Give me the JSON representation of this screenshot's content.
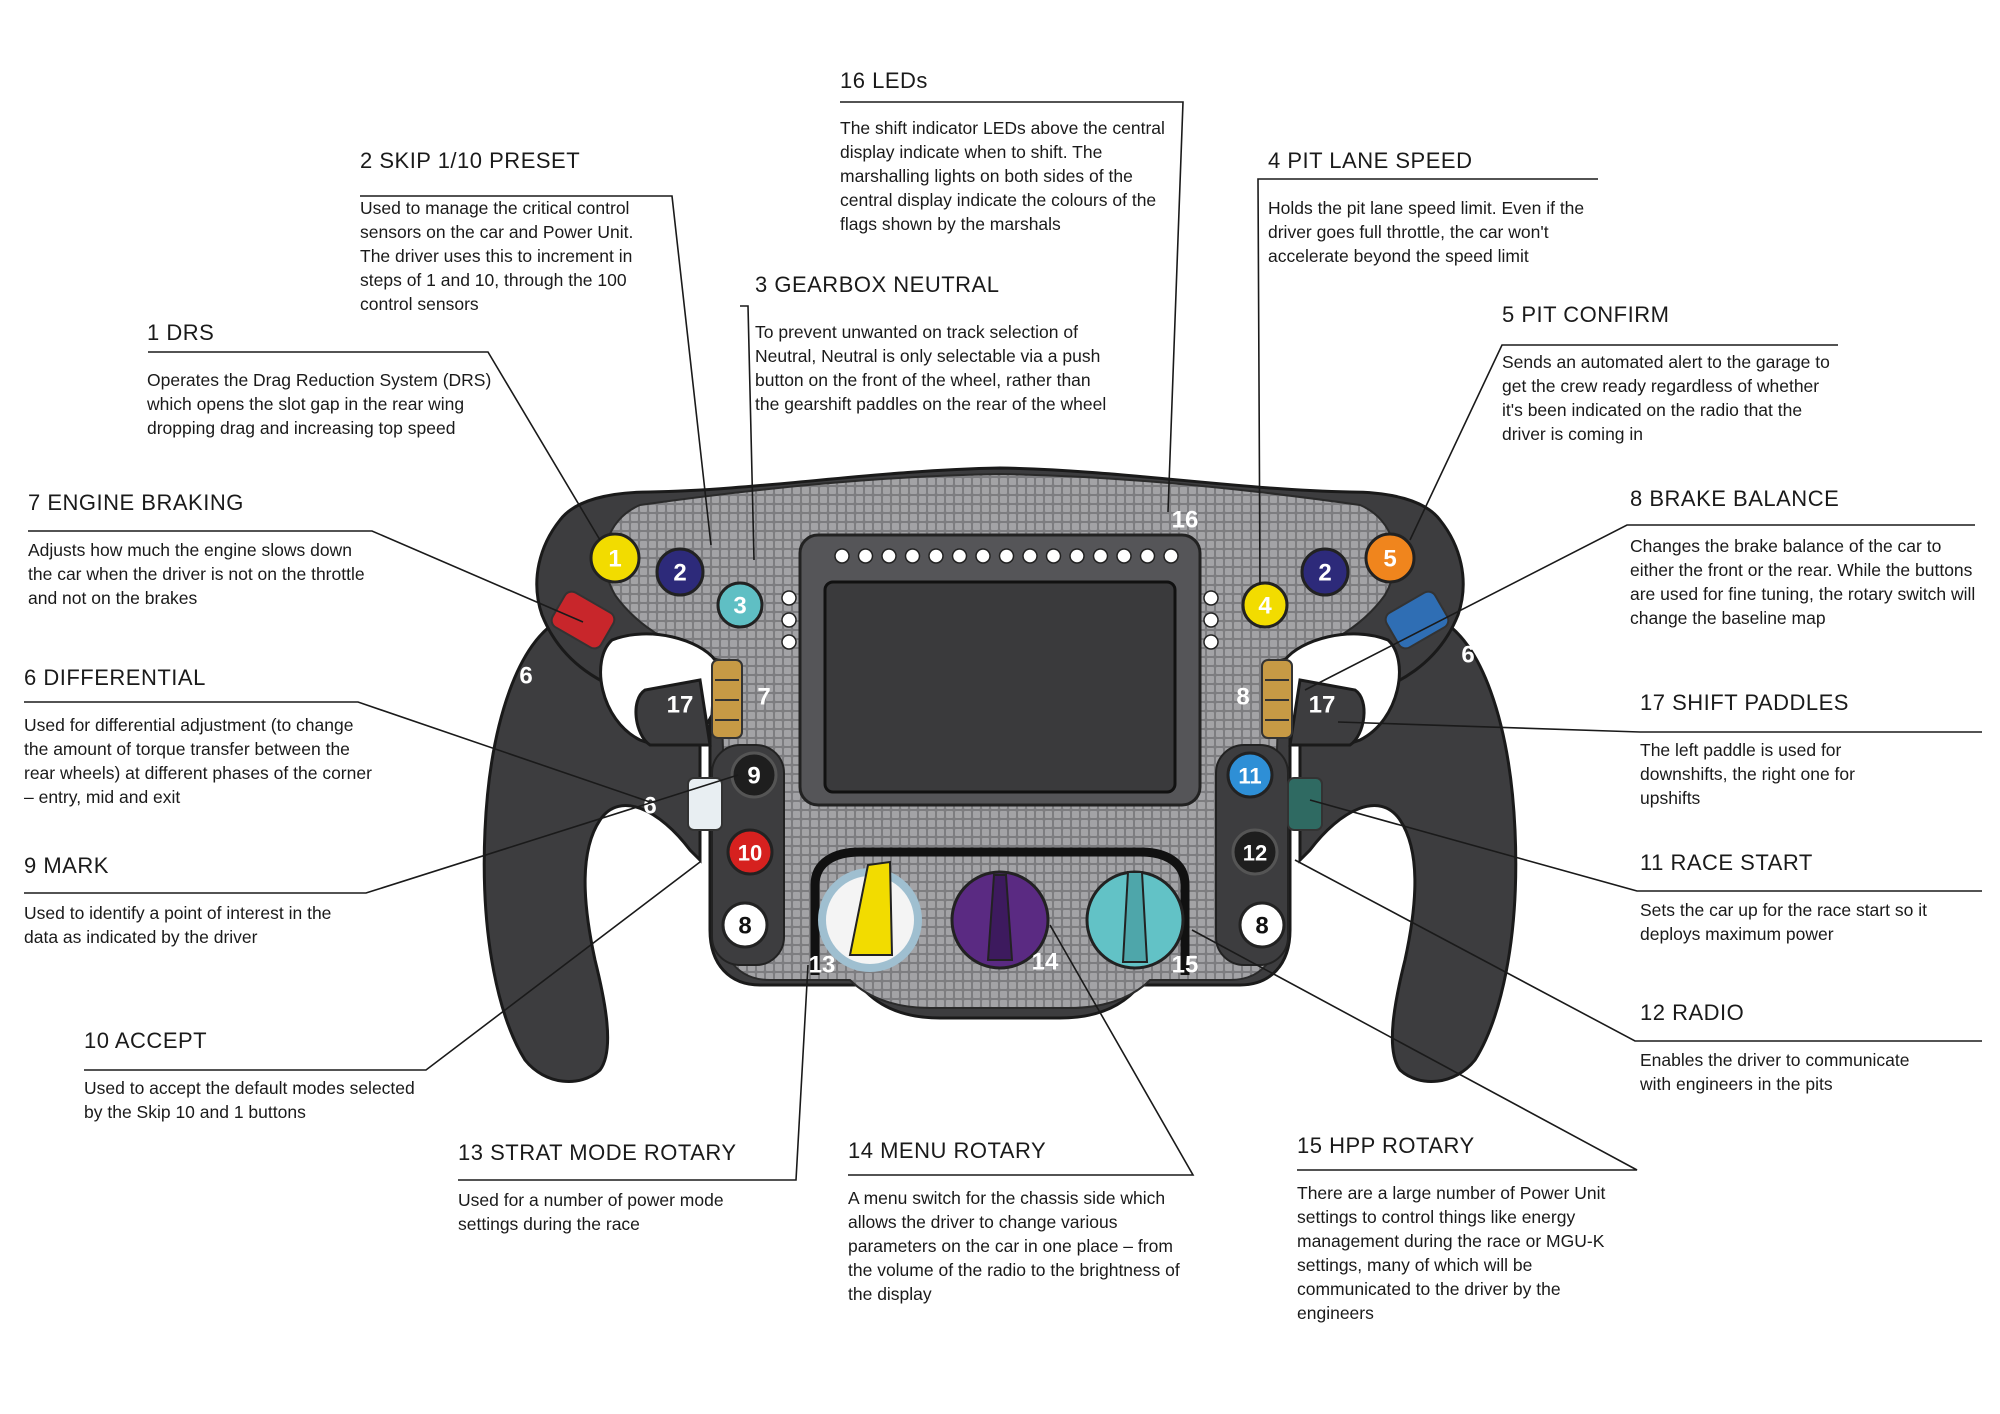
{
  "callouts": [
    {
      "id": "drs",
      "title": "1  DRS",
      "desc": "Operates the Drag Reduction System (DRS) which opens the slot gap in the rear wing dropping drag and increasing top speed"
    },
    {
      "id": "skip",
      "title": "2  SKIP 1/10 PRESET",
      "desc": "Used to manage the critical control sensors on the car and Power Unit. The driver uses this to increment in steps of 1 and 10, through the 100 control sensors"
    },
    {
      "id": "neutral",
      "title": "3  GEARBOX NEUTRAL",
      "desc": "To prevent unwanted on track selection of Neutral, Neutral is only selectable via a push button on the front of the wheel, rather than the gearshift paddles on the rear of the wheel"
    },
    {
      "id": "leds",
      "title": "16  LEDs",
      "desc": "The shift indicator LEDs above the central display indicate when to shift. The marshalling lights on both sides of the central display indicate the colours of the flags shown by the marshals"
    },
    {
      "id": "pitlane",
      "title": "4  PIT LANE SPEED",
      "desc": "Holds the pit lane speed limit. Even if the driver goes full throttle, the car won't accelerate beyond the speed limit"
    },
    {
      "id": "pitconfirm",
      "title": "5  PIT CONFIRM",
      "desc": "Sends an automated alert to the garage to get the crew ready regardless of whether it's been indicated on the radio that the driver is coming in"
    },
    {
      "id": "enginebraking",
      "title": "7  ENGINE BRAKING",
      "desc": "Adjusts how much the engine slows down the car when the driver is not on the throttle and not on the brakes"
    },
    {
      "id": "brakebalance",
      "title": "8  BRAKE BALANCE",
      "desc": "Changes the brake balance of the car to either the front or the rear. While the buttons are used for fine tuning, the rotary switch will change the baseline map"
    },
    {
      "id": "differential",
      "title": "6  DIFFERENTIAL",
      "desc": "Used for differential adjustment (to change the amount of torque transfer between the rear wheels) at different phases of the corner – entry, mid and exit"
    },
    {
      "id": "shiftpaddles",
      "title": "17  SHIFT PADDLES",
      "desc": "The left paddle is used for downshifts, the right one for upshifts"
    },
    {
      "id": "mark",
      "title": "9 MARK",
      "desc": "Used to identify a point of interest in the data as indicated by the driver"
    },
    {
      "id": "racestart",
      "title": "11  RACE START",
      "desc": "Sets the car up for the race start so it deploys maximum power"
    },
    {
      "id": "radio",
      "title": "12  RADIO",
      "desc": "Enables the driver to communicate with engineers in the pits"
    },
    {
      "id": "accept",
      "title": "10  ACCEPT",
      "desc": "Used to accept the default modes selected by the Skip 10 and 1 buttons"
    },
    {
      "id": "strat",
      "title": "13 STRAT MODE ROTARY",
      "desc": "Used for a number of power mode settings during the race"
    },
    {
      "id": "menu",
      "title": "14 MENU ROTARY",
      "desc": "A menu switch for the chassis side which allows the driver to change various parameters on the car in one place – from the volume of the radio to the brightness of the display"
    },
    {
      "id": "hpp",
      "title": "15 HPP ROTARY",
      "desc": "There are a large number of Power Unit settings to control things like energy management during the race or MGU-K settings, many of which will be communicated to the driver by the engineers"
    }
  ],
  "wheel_labels": {
    "b1": "1",
    "b2_left": "2",
    "b3": "3",
    "b4": "4",
    "b2_right": "2",
    "b5": "5",
    "b9": "9",
    "b10": "10",
    "b8_left": "8",
    "b11": "11",
    "b12": "12",
    "b8_right": "8",
    "rot13": "13",
    "rot14": "14",
    "rot15": "15",
    "led16": "16",
    "paddle17_left": "17",
    "paddle17_right": "17",
    "enc6_topleft": "6",
    "enc6_left": "6",
    "enc6_right": "6",
    "enc7": "7",
    "enc8": "8"
  },
  "colors": {
    "wheel_body": "#3d3d3f",
    "carbon_panel": "#8c8c8e",
    "button_yellow": "#f2dc00",
    "button_navy": "#2d2a7a",
    "button_teal": "#5fbfc4",
    "button_orange": "#f0851d",
    "button_blue": "#2e8fd6",
    "button_red": "#d6211f",
    "button_black": "#1e1e1e",
    "button_white": "#ffffff",
    "rotary_purple": "#5a2a82",
    "rotary_teal": "#62c2c6",
    "rotary_yellow": "#f2dc00",
    "encoder_red": "#c8262b",
    "encoder_blue": "#2f6eb4",
    "encoder_white": "#e8eef2",
    "encoder_green": "#2f6a62",
    "encoder_gold": "#c79a45",
    "leader_line": "#1a1a1a"
  }
}
